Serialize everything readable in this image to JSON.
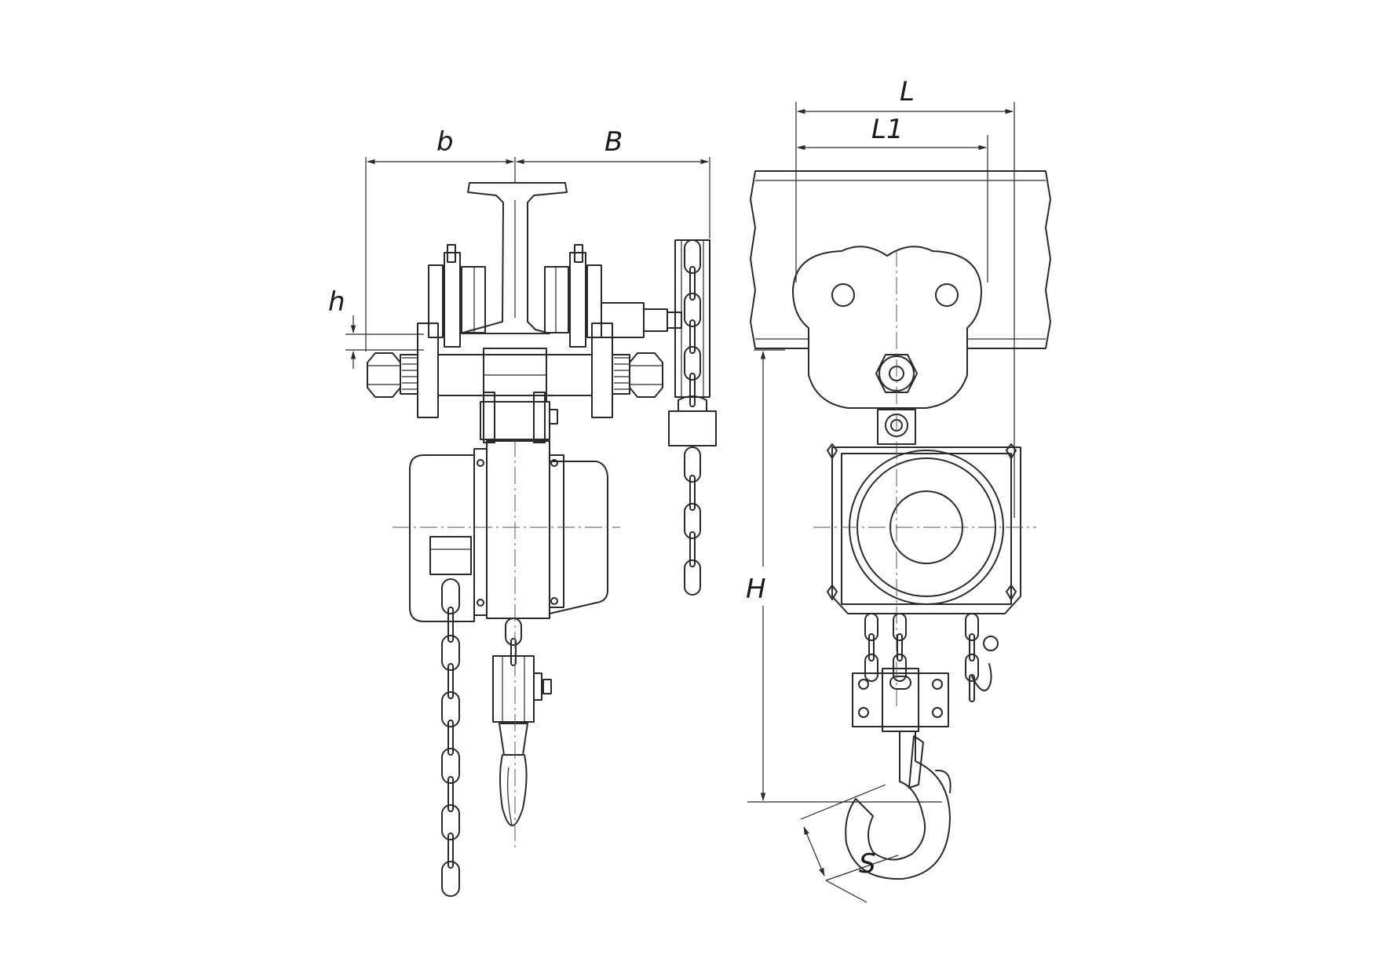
{
  "dimensions": {
    "b": "b",
    "B": "B",
    "h": "h",
    "L": "L",
    "L1": "L1",
    "H": "H",
    "S": "S"
  },
  "colors": {
    "line": "#2a2a2a",
    "background": "#ffffff"
  }
}
